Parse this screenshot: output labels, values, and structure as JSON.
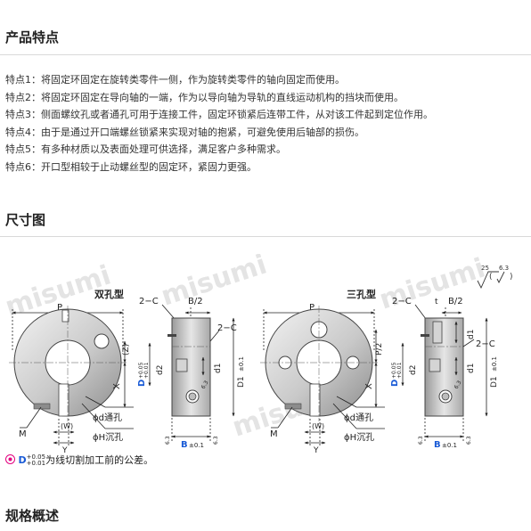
{
  "sections": {
    "features": "产品特点",
    "dimensions": "尺寸图",
    "specs": "规格概述"
  },
  "features": [
    "特点1：将固定环固定在旋转类零件一侧，作为旋转类零件的轴向固定而使用。",
    "特点2：将固定环固定在导向轴的一端，作为以导向轴为导轨的直线运动机构的挡块而使用。",
    "特点3：侧面螺纹孔或者通孔可用于连接工件，固定环锁紧后连带工件，从对该工件起到定位作用。",
    "特点4：由于是通过开口端螺丝锁紧来实现对轴的抱紧，可避免使用后轴部的损伤。",
    "特点5：有多种材质以及表面处理可供选择，满足客户多种需求。",
    "特点6：开口型相较于止动螺丝型的固定环，紧固力更强。"
  ],
  "drawing": {
    "watermark": "misumi",
    "roughness": {
      "a": "25",
      "b": "6.3"
    },
    "double": {
      "title": "双孔型",
      "labels": {
        "P": "P",
        "c2_top": "2−C",
        "b2": "B/2",
        "z": "(Z)",
        "x": "X",
        "d_main": "D",
        "d_tol_up": "+0.05",
        "d_tol_low": "+0.01",
        "d2": "d2",
        "c2_side": "2−C",
        "d1": "d1",
        "D1": "D1",
        "D1_tol": "±0.1",
        "M": "M",
        "W": "(W)",
        "Y": "Y",
        "phi_d": "ϕd通孔",
        "phi_H": "ϕH沉孔",
        "B": "B",
        "B_tol": "±0.1",
        "r_left": "6.3",
        "r_right": "6.3",
        "r_side": "6.3"
      }
    },
    "triple": {
      "title": "三孔型",
      "labels": {
        "P": "P",
        "c2_top": "2−C",
        "t": "t",
        "b2": "B/2",
        "p2": "P/2",
        "d_main": "D",
        "d_tol_up": "+0.05",
        "d_tol_low": "+0.01",
        "d2": "d2",
        "c2_side": "2−C",
        "d1_top": "d1",
        "d1": "d1",
        "D1": "D1",
        "D1_tol": "±0.1",
        "x": "X",
        "M": "M",
        "W": "(W)",
        "Y": "Y",
        "phi_d": "ϕd通孔",
        "phi_H": "ϕH沉孔",
        "B": "B",
        "B_tol": "±0.1",
        "r_left": "6.3",
        "r_right": "6.3",
        "r_side": "6.3"
      }
    }
  },
  "note": {
    "prefix": "D",
    "tol_up": "+0.05",
    "tol_low": "+0.01",
    "text": "为线切割加工前的公差。"
  },
  "colors": {
    "accent_blue": "#1a5bd6",
    "note_icon": "#e3007f",
    "rule": "#d9d9d9"
  }
}
